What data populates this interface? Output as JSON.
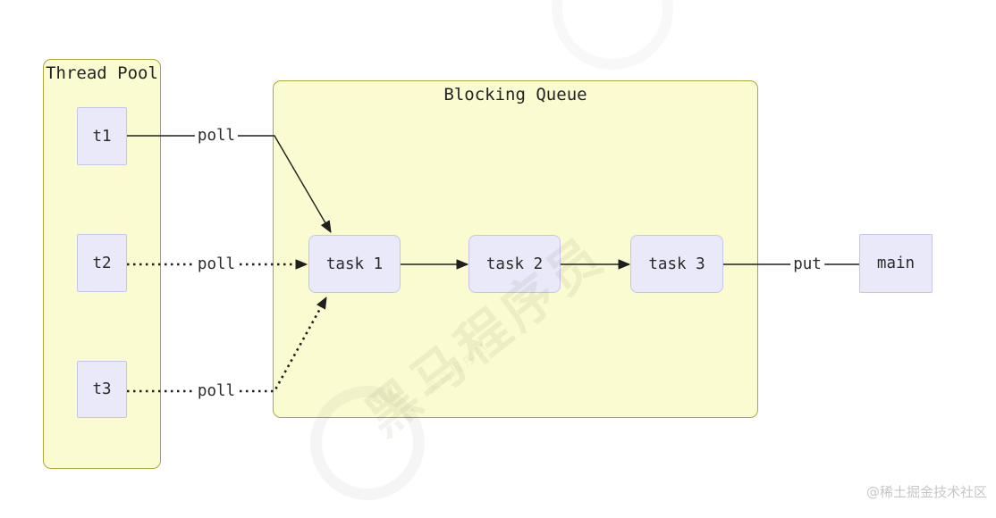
{
  "diagram": {
    "thread_pool": {
      "title": "Thread Pool",
      "threads": [
        {
          "label": "t1"
        },
        {
          "label": "t2"
        },
        {
          "label": "t3"
        }
      ]
    },
    "blocking_queue": {
      "title": "Blocking Queue",
      "tasks": [
        {
          "label": "task 1"
        },
        {
          "label": "task 2"
        },
        {
          "label": "task 3"
        }
      ]
    },
    "main_node": {
      "label": "main"
    },
    "edges": [
      {
        "from": "t1",
        "to": "task 1",
        "label": "poll",
        "style": "solid",
        "arrow": true
      },
      {
        "from": "t2",
        "to": "task 1",
        "label": "poll",
        "style": "dotted",
        "arrow": true
      },
      {
        "from": "t3",
        "to": "task 1",
        "label": "poll",
        "style": "dotted",
        "arrow": true
      },
      {
        "from": "task 1",
        "to": "task 2",
        "label": "",
        "style": "solid",
        "arrow": true
      },
      {
        "from": "task 2",
        "to": "task 3",
        "label": "",
        "style": "solid",
        "arrow": true
      },
      {
        "from": "task 3",
        "to": "main",
        "label": "put",
        "style": "solid",
        "arrow": false
      }
    ],
    "watermarks": {
      "center_text": "黑马程序员",
      "corner_text": "@稀土掘金技术社区"
    },
    "colors": {
      "group_fill": "#fbfbd2",
      "group_border": "#a9a93c",
      "node_fill": "#e9e9fa",
      "node_border": "#c6c6ec",
      "line": "#1f1f1f",
      "text": "#222222",
      "corner_watermark": "#c7c7c7"
    }
  }
}
